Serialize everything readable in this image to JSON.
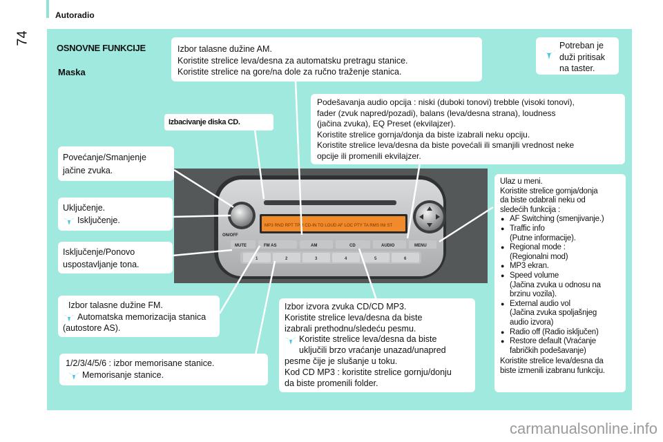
{
  "header": {
    "section": "Autoradio",
    "page_number": "74"
  },
  "titles": {
    "main": "OSNOVNE FUNKCIJE",
    "sub": "Maska"
  },
  "cd_eject": "Izbacivanje diska CD.",
  "am_box": {
    "l1": "Izbor talasne dužine AM.",
    "l2": "Koristite strelice leva/desna za automatsku pretragu stanice.",
    "l3": "Koristite strelice na gore/na dole za ručno traženje stanica."
  },
  "tip_box": {
    "l1": "Potreban je",
    "l2": "duži pritisak",
    "l3": "na taster."
  },
  "audio_box": {
    "l1": "Podešavanja audio opcija : niski (duboki tonovi) trebble (visoki tonovi),",
    "l2": "fader (zvuk napred/pozadi), balans (leva/desna strana), loudness",
    "l3": "(jačina zvuka), EQ Preset (ekvilajzer).",
    "l4": "Koristite strelice gornja/donja da biste izabrali neku opciju.",
    "l5": "Koristite strelice leva/desna da biste povećali ili smanjili vrednost neke",
    "l6": "opcije ili promenili ekvilajzer."
  },
  "volume_box": {
    "l1": "Povećanje/Smanjenje",
    "l2": "jačine zvuka."
  },
  "power_box": {
    "l1": "Uključenje.",
    "l2": "Isključenje."
  },
  "mute_box": {
    "l1": "Isključenje/Ponovo",
    "l2": "uspostavljanje tona."
  },
  "fm_box": {
    "l1": "Izbor talasne dužine FM.",
    "l2": "Automatska memorizacija stanica",
    "l3": "(autostore AS)."
  },
  "preset_box": {
    "l1": "1/2/3/4/5/6 : izbor memorisane stanice.",
    "l2": "Memorisanje stanice."
  },
  "cd_box": {
    "l1": "Izbor izvora zvuka CD/CD MP3.",
    "l2": "Koristite strelice leva/desna da biste",
    "l3": "izabrali prethodnu/sledeću pesmu.",
    "l4": "Koristite strelice leva/desna da biste",
    "l5": "uključili brzo vraćanje unazad/unapred",
    "l6": "pesme čije je slušanje u toku.",
    "l7": "Kod CD MP3 : koristite strelice gornju/donju",
    "l8": "da biste promenili folder."
  },
  "menu_box": {
    "intro": [
      "Ulaz u meni.",
      "Koristite strelice gornja/donja",
      "da biste odabrali neku od",
      "sledećih funkcija :"
    ],
    "items": [
      [
        "AF Switching (smenjivanje.)"
      ],
      [
        "Traffic info",
        "(Putne informacije)."
      ],
      [
        "Regional mode :",
        "(Regionalni mod)"
      ],
      [
        "MP3 ekran."
      ],
      [
        "Speed volume",
        "(Jačina zvuka u odnosu na",
        "brzinu vozila)."
      ],
      [
        "External audio vol",
        "(Jačina zvuka spoljašnjeg",
        "audio izvora)"
      ],
      [
        "Radio off (Radio isključen)"
      ],
      [
        "Restore default (Vraćanje",
        "fabričkih podešavanje)"
      ]
    ],
    "outro": [
      "Koristite strelice leva/desna da",
      "biste izmenili izabranu funkciju."
    ]
  },
  "radio": {
    "display_text": "MP3 RND RPT TPM CD-IN TO LOUD AF LOC PTY TA RMS INI ST",
    "buttons": {
      "onoff": "ON/OFF",
      "mute": "MUTE",
      "fm": "FM AS",
      "am": "AM",
      "cd": "CD",
      "audio": "AUDIO",
      "menu": "MENU"
    },
    "presets": [
      "1",
      "2",
      "3",
      "4",
      "5",
      "6"
    ]
  },
  "watermark": "carmanualsonline.info",
  "colors": {
    "panel": "#9fe9df",
    "display": "#f08a2a",
    "tip_icon": "#41c7e0"
  }
}
